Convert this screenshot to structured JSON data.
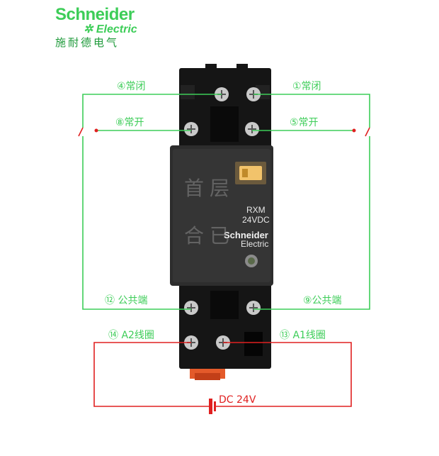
{
  "brand": {
    "name": "Schneider",
    "sub": "Electric",
    "chinese": "施耐德电气",
    "color": "#3dcd58"
  },
  "relay": {
    "model": "RXM",
    "voltage": "24VDC",
    "brand": "Schneider",
    "brand_sub": "Electric",
    "watermark": "首层 合已"
  },
  "terminals": {
    "t4_nc": "④常闭",
    "t1_nc": "①常闭",
    "t8_no": "⑧常开",
    "t5_no": "⑤常开",
    "t12_com": "⑫ 公共端",
    "t9_com": "⑨公共端",
    "t14_a2": "⑭ A2线圈",
    "t13_a1": "⑬ A1线圈"
  },
  "supply": {
    "label": "DC 24V"
  },
  "colors": {
    "wire": "#3dcd58",
    "coil_wire": "#e02020",
    "relay_body": "#2d2d2d",
    "socket": "#151515"
  }
}
